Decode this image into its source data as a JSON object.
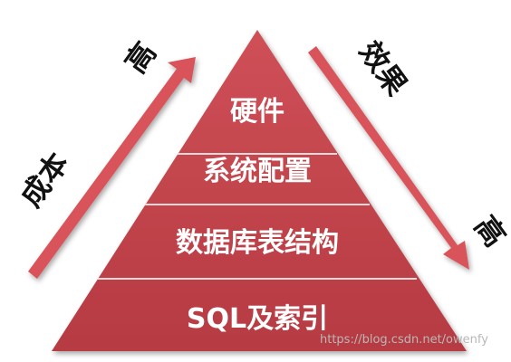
{
  "pyramid": {
    "tiers": [
      {
        "label": "硬件"
      },
      {
        "label": "系统配置"
      },
      {
        "label": "数据库表结构"
      },
      {
        "label": "SQL及索引"
      }
    ]
  },
  "left_axis": {
    "label": "成本",
    "end_label": "高"
  },
  "right_axis": {
    "label": "效果",
    "end_label": "高"
  },
  "colors": {
    "tier_fill": "#c2434a",
    "tier_divider": "#f3dada",
    "arrow_fill": "#d9535a"
  },
  "watermark": "https://blog.csdn.net/owenfy"
}
